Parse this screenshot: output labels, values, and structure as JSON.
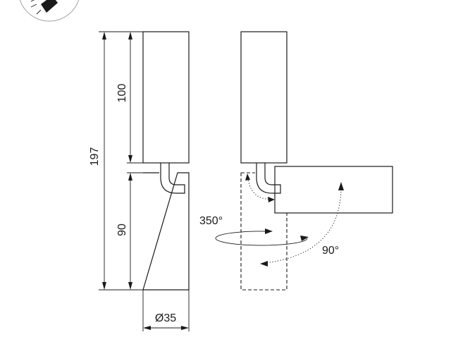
{
  "dimensions": {
    "total_height": "197",
    "upper_height": "100",
    "lower_height": "90",
    "diameter": "Ø35"
  },
  "rotation": {
    "horizontal": "350°",
    "vertical": "90°"
  },
  "icon": "beam-angle-icon"
}
